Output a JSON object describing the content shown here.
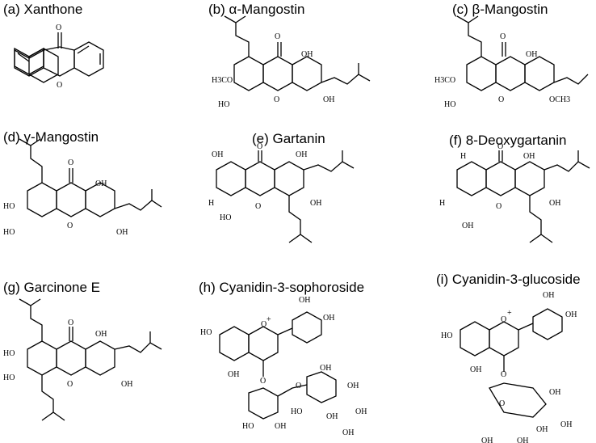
{
  "panels": [
    {
      "title": "(a) Xanthone"
    },
    {
      "title": "(b) α-Mangostin"
    },
    {
      "title": "(c) β-Mangostin"
    },
    {
      "title": "(d) γ-Mangostin"
    },
    {
      "title": "(e) Gartanin"
    },
    {
      "title": "(f) 8-Deoxygartanin"
    },
    {
      "title": "(g) Garcinone E"
    },
    {
      "title": "(h) Cyanidin-3-sophoroside"
    },
    {
      "title": "(i) Cyanidin-3-glucoside"
    }
  ],
  "atoms": {
    "O": "O",
    "OH": "OH",
    "HO": "HO",
    "H": "H",
    "H3CO": "H3CO",
    "OCH3": "OCH3",
    "plus": "+"
  }
}
